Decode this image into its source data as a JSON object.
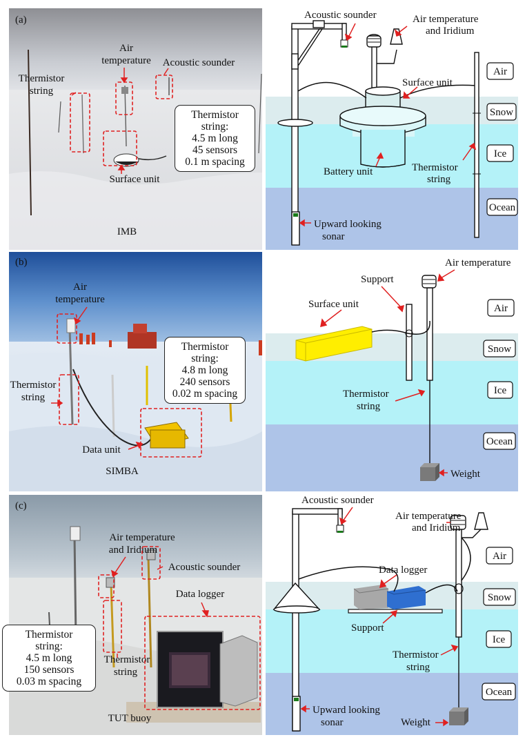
{
  "panels": {
    "a": {
      "tag": "(a)",
      "photo_labels": {
        "air_temperature": [
          "Air",
          "temperature"
        ],
        "acoustic_sounder": "Acoustic sounder",
        "thermistor_string": [
          "Thermistor",
          "string"
        ],
        "surface_unit": "Surface unit",
        "buoy_name": "IMB"
      },
      "info_box": [
        "Thermistor",
        "string:",
        "4.5 m long",
        "45 sensors",
        "0.1 m spacing"
      ],
      "diagram_labels": {
        "acoustic_sounder": "Acoustic sounder",
        "air_temp_iridium": [
          "Air temperature",
          "and Iridium"
        ],
        "surface_unit": "Surface unit",
        "battery_unit": "Battery unit",
        "thermistor_string": [
          "Thermistor",
          "string"
        ],
        "sonar": [
          "Upward looking",
          "sonar"
        ]
      },
      "layers": [
        "Air",
        "Snow",
        "Ice",
        "Ocean"
      ]
    },
    "b": {
      "tag": "(b)",
      "photo_labels": {
        "air_temperature": [
          "Air",
          "temperature"
        ],
        "thermistor_string": [
          "Thermistor",
          "string"
        ],
        "data_unit": "Data unit",
        "buoy_name": "SIMBA"
      },
      "info_box": [
        "Thermistor",
        "string:",
        "4.8 m long",
        "240 sensors",
        "0.02 m spacing"
      ],
      "diagram_labels": {
        "air_temperature": "Air temperature",
        "support": "Support",
        "surface_unit": "Surface unit",
        "thermistor_string": [
          "Thermistor",
          "string"
        ],
        "weight": "Weight"
      },
      "layers": [
        "Air",
        "Snow",
        "Ice",
        "Ocean"
      ]
    },
    "c": {
      "tag": "(c)",
      "photo_labels": {
        "air_temp_iridium": [
          "Air temperature",
          "and Iridium"
        ],
        "acoustic_sounder": "Acoustic sounder",
        "data_logger": "Data logger",
        "thermistor_string": [
          "Thermistor",
          "string"
        ],
        "buoy_name": "TUT buoy"
      },
      "info_box": [
        "Thermistor",
        "string:",
        "4.5 m long",
        "150 sensors",
        "0.03 m spacing"
      ],
      "diagram_labels": {
        "acoustic_sounder": "Acoustic sounder",
        "air_temp_iridium": [
          "Air temperature",
          "and Iridium"
        ],
        "data_logger": "Data logger",
        "support": "Support",
        "thermistor_string": [
          "Thermistor",
          "string"
        ],
        "sonar": [
          "Upward looking",
          "sonar"
        ],
        "weight": "Weight"
      },
      "layers": [
        "Air",
        "Snow",
        "Ice",
        "Ocean"
      ]
    }
  },
  "colors": {
    "air": "#ffffff",
    "snow": "#dcecee",
    "ice": "#b4f2f8",
    "ocean": "#aec4e8",
    "arrow": "#e02020",
    "yellow_unit": "#ffee00",
    "blue_logger": "#2f6fd0",
    "grey_logger": "#a8a8a8"
  }
}
